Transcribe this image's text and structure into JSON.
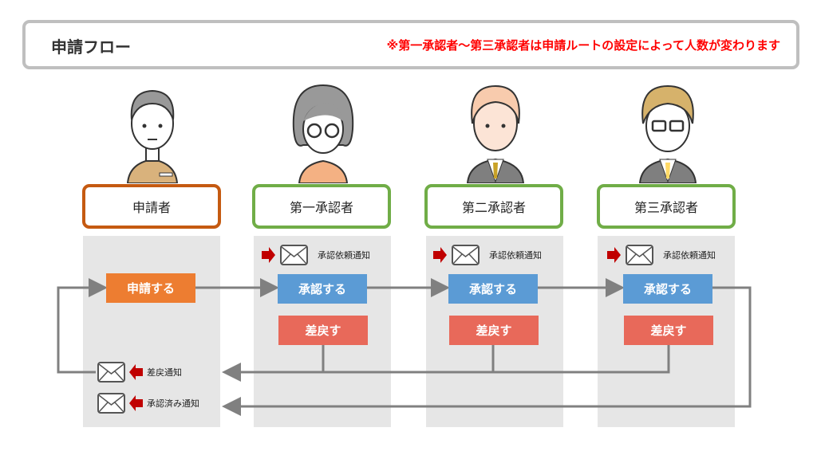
{
  "header": {
    "title": "申請フロー",
    "note": "※第一承認者～第三承認者は申請ルートの設定によって人数が変わります"
  },
  "roles": [
    "申請者",
    "第一承認者",
    "第二承認者",
    "第三承認者"
  ],
  "buttons": {
    "apply": "申請する",
    "approve": "承認する",
    "remand": "差戻す"
  },
  "notifications": {
    "request": "承認依頼通知",
    "remand": "差戻通知",
    "approved": "承認済み通知"
  },
  "colors": {
    "apply": "#ed7d31",
    "approve": "#5b9bd5",
    "remand": "#e8695a",
    "applicant_border": "#c55a11",
    "approver_border": "#70ad47",
    "line": "#808080",
    "arrow": "#c00000"
  }
}
